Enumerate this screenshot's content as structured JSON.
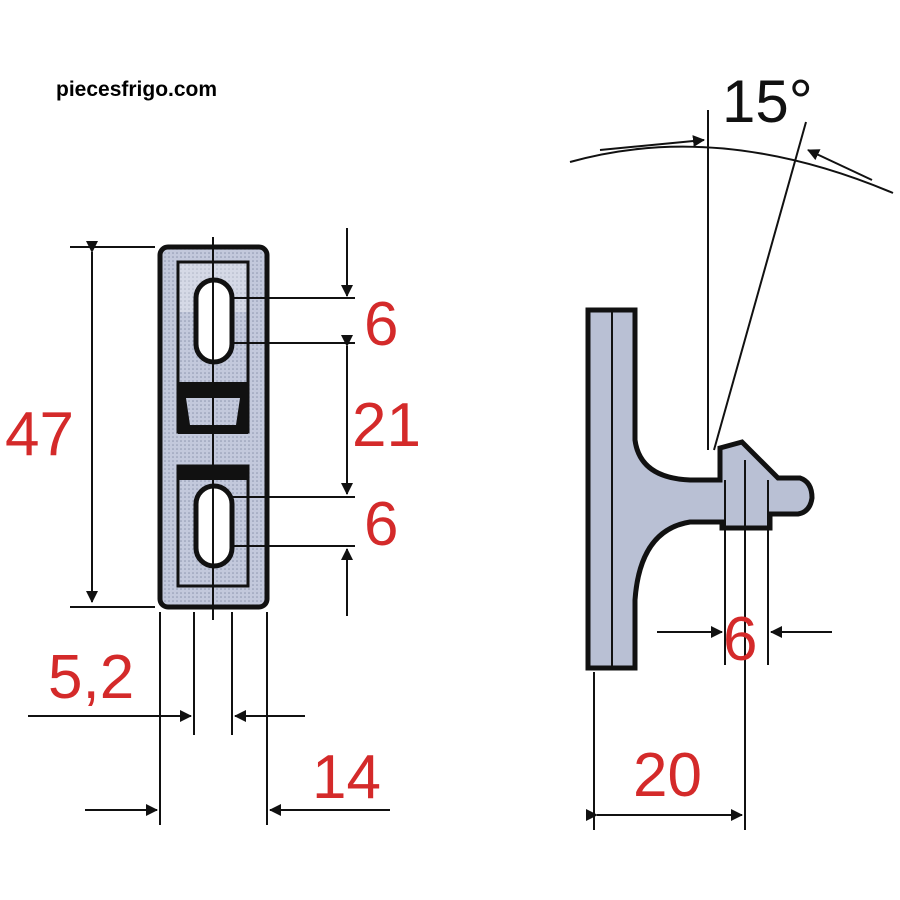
{
  "brand": "piecesfrigo.com",
  "colors": {
    "dimension_text": "#d42a2a",
    "part_fill": "#b9c0d4",
    "line": "#111111"
  },
  "front_view": {
    "height": "47",
    "slot_top": "6",
    "slot_spacing": "21",
    "slot_bottom": "6",
    "slot_width": "5,2",
    "width": "14"
  },
  "side_view": {
    "angle": "15°",
    "tip_width": "6",
    "depth": "20"
  }
}
